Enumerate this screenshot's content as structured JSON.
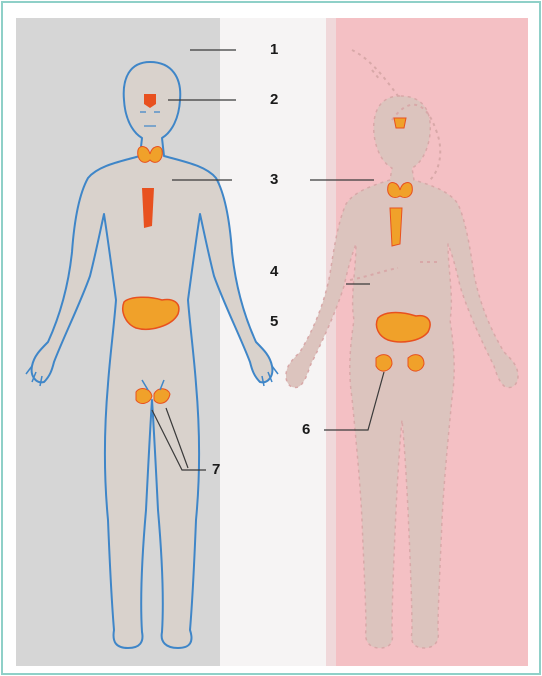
{
  "labels": {
    "l1": "1",
    "l2": "2",
    "l3": "3",
    "l4": "4",
    "l5": "5",
    "l6": "6",
    "l7": "7"
  },
  "colors": {
    "male_panel": "#d6d6d6",
    "female_panel": "#f4c0c4",
    "male_body": "#d9d2cc",
    "male_outline": "#3f86c8",
    "female_body": "#dcc4be",
    "gland_orange": "#f0a12a",
    "gland_red": "#e8511f",
    "frame_border": "#8fd0c8"
  }
}
